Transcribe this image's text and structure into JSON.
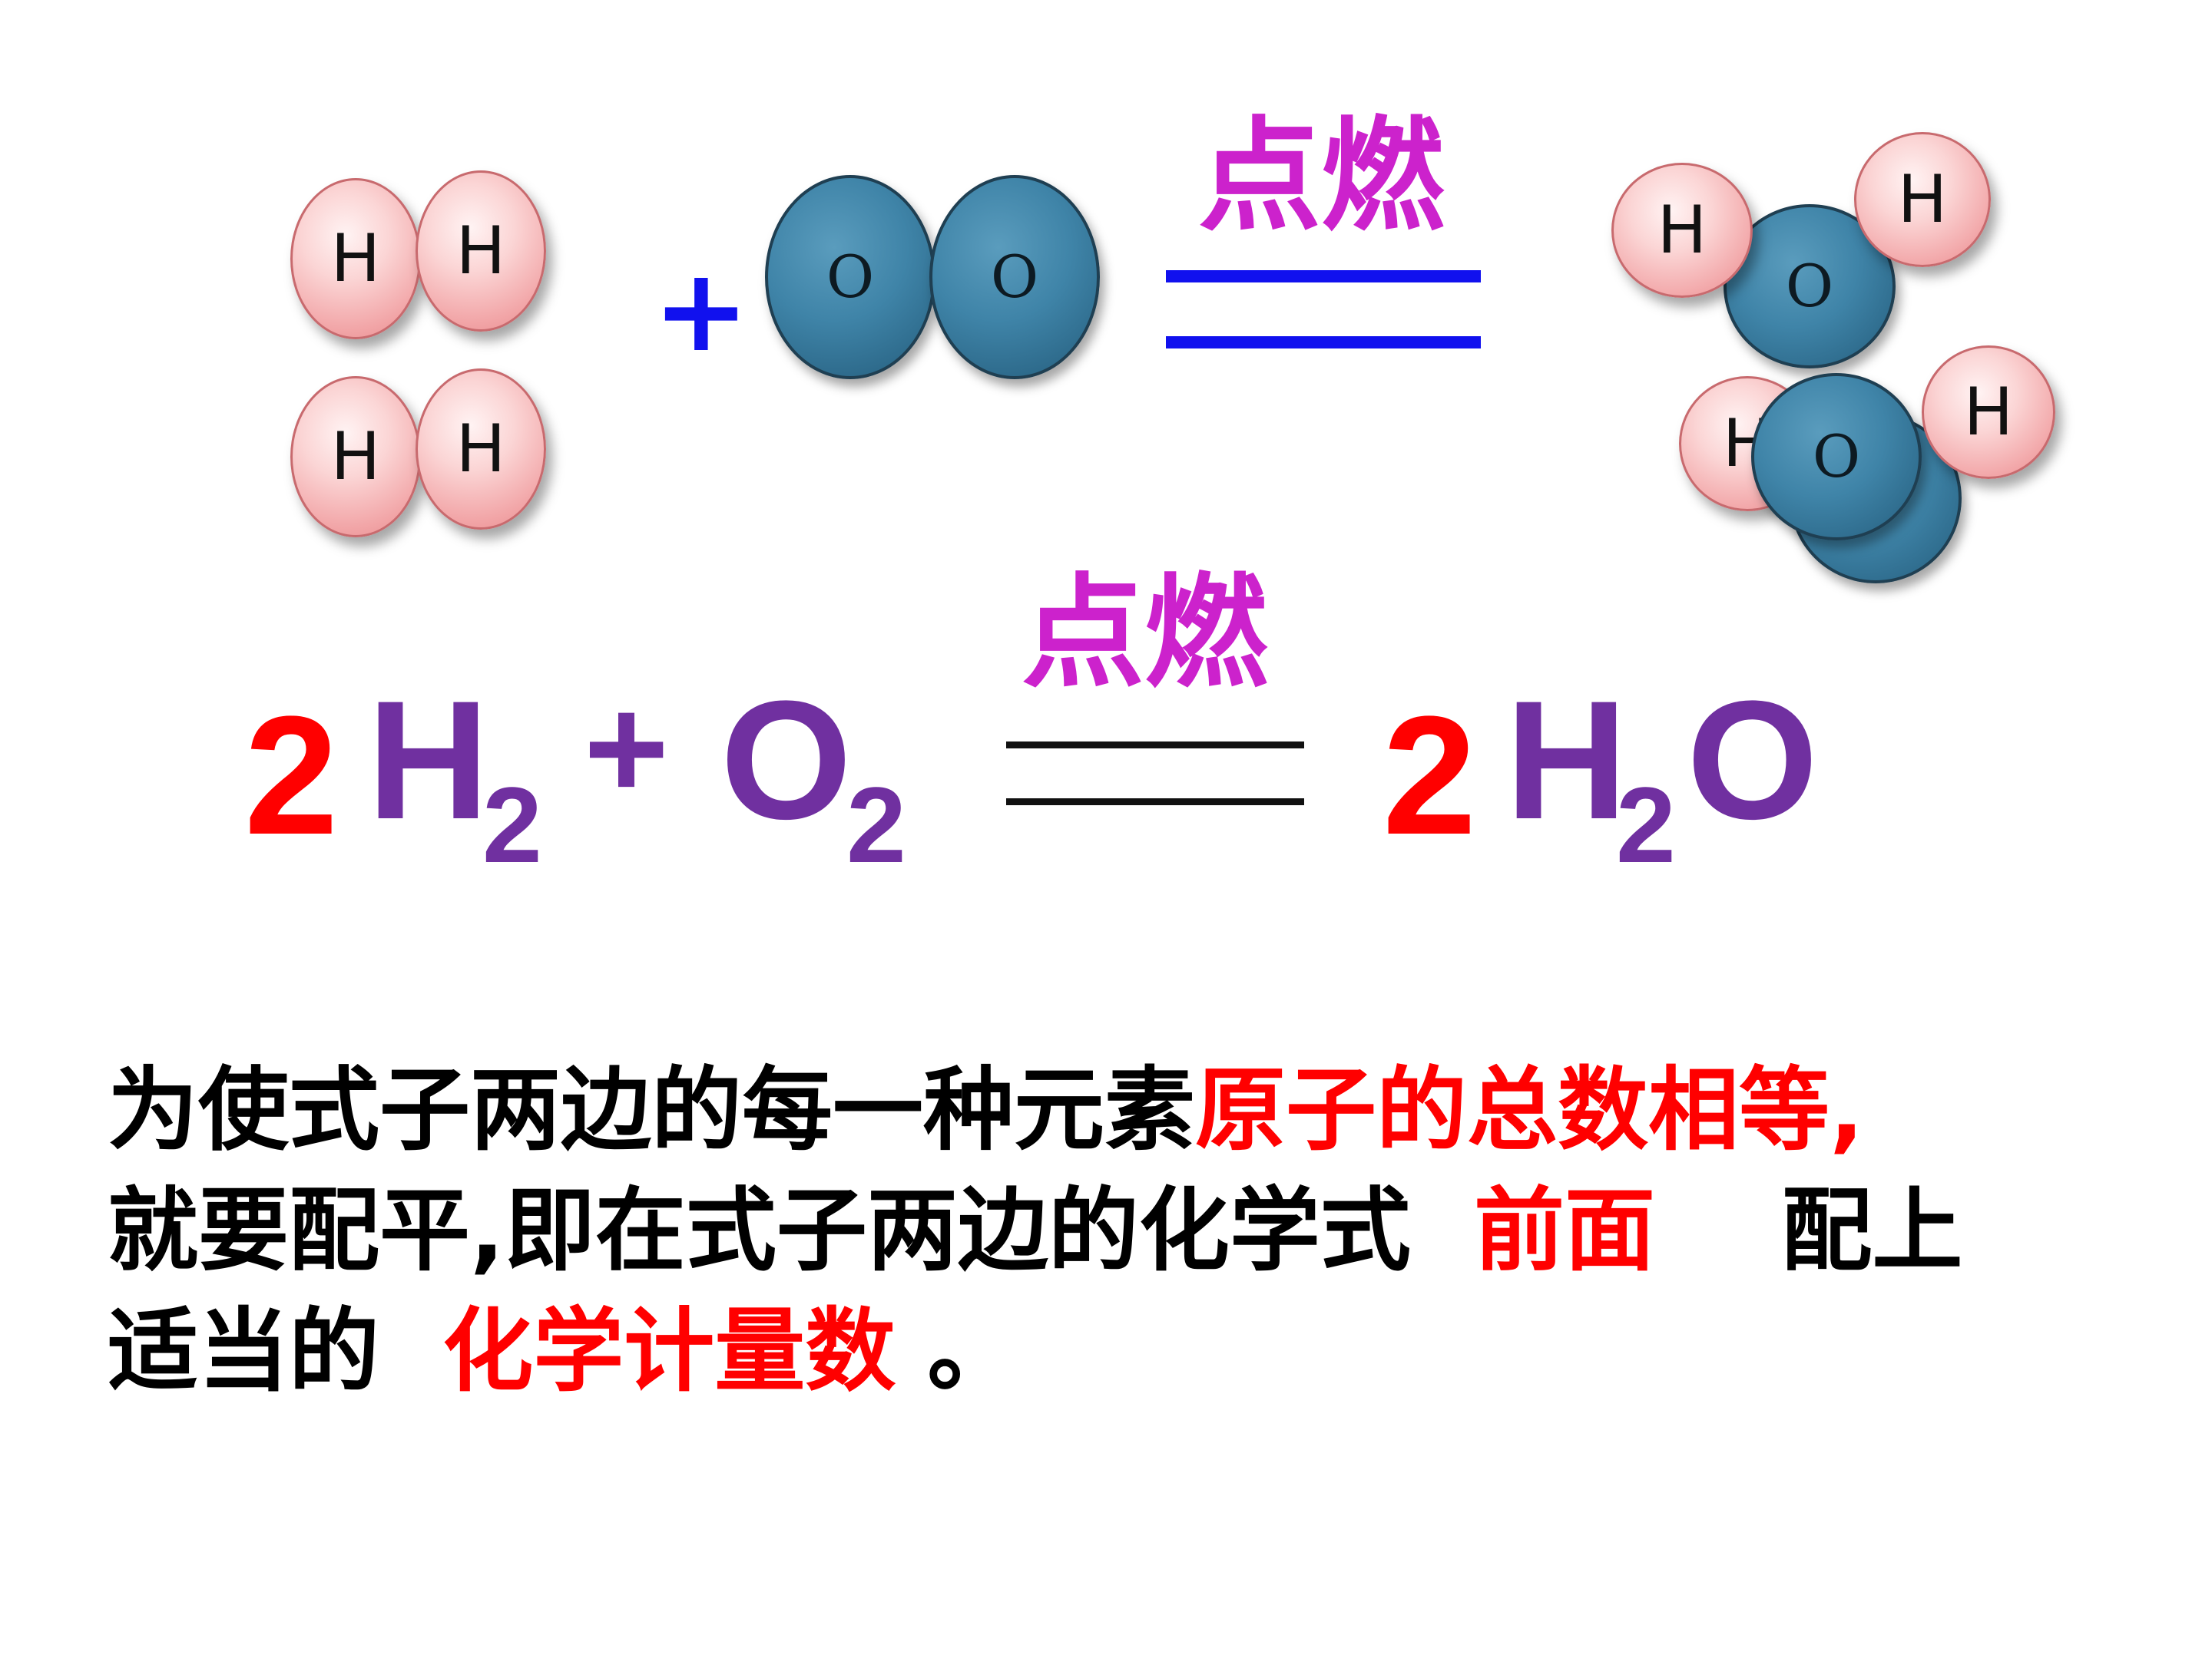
{
  "colors": {
    "hydrogen_atom": "#f2a6a8",
    "oxygen_atom": "#3f84a8",
    "plus_blue": "#1111ee",
    "condition_text": "#cc22cc",
    "coefficient": "#ff0000",
    "formula": "#7030a0",
    "highlight": "#ff0000",
    "body_text": "#000000"
  },
  "reactants": {
    "h_label": "H",
    "o_label": "O",
    "plus": "+"
  },
  "top_equation": {
    "condition": "点燃"
  },
  "products": {
    "h_label": "H",
    "o_label": "O"
  },
  "equation": {
    "condition": "点燃",
    "coef_h2": "2",
    "h2_symbol": "H",
    "h2_subscript": "2",
    "plus": "+",
    "o2_symbol": "O",
    "o2_subscript": "2",
    "coef_h2o": "2",
    "h2o_h_symbol": "H",
    "h2o_subscript": "2",
    "h2o_o_symbol": "O"
  },
  "explanation": {
    "line1_black": "为使式子两边的每一种元素",
    "line1_red": "原子的总数相等,",
    "line2_black_a": "就要配平,即在式子两边的化学式",
    "line2_red": "前面",
    "line2_black_b": "配上",
    "line3_black": "适当的",
    "line3_red": "化学计量数",
    "line3_end": "。"
  }
}
